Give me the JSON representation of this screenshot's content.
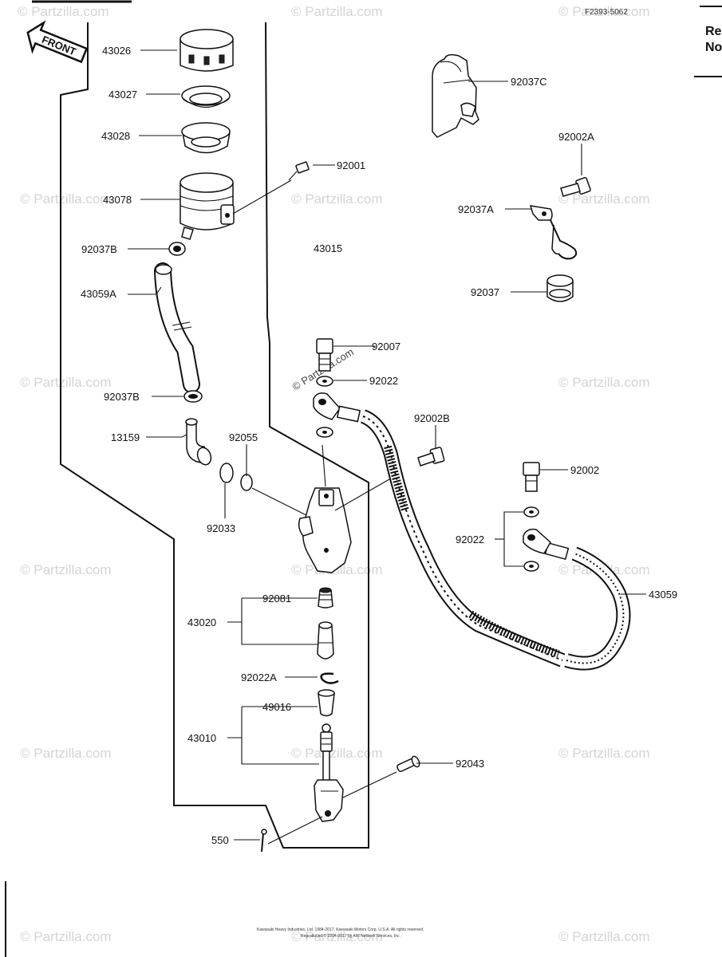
{
  "sheet": {
    "ref_code": "F2393-5062",
    "side_text_1": "Re",
    "side_text_2": "No",
    "front_label": "FRONT",
    "assembly_label": "43015",
    "footer_line_1": "Kawasaki Heavy Industries, Ltd. 1984-2017. Kawasaki Motors Corp. U.S.A. All rights reserved.",
    "footer_line_2": "Reproduced © 2004-2017 by ARI Network Services, Inc.",
    "watermark": "© Partzilla.com"
  },
  "callouts": {
    "c43026": "43026",
    "c43027": "43027",
    "c43028": "43028",
    "c43078": "43078",
    "c92001": "92001",
    "c92037B_top": "92037B",
    "c43059A": "43059A",
    "c92037B_bottom": "92037B",
    "c13159": "13159",
    "c92055": "92055",
    "c92033": "92033",
    "c92081": "92081",
    "c43020": "43020",
    "c92022A": "92022A",
    "c49016": "49016",
    "c43010": "43010",
    "c550": "550",
    "c92037C": "92037C",
    "c92002A": "92002A",
    "c92037A": "92037A",
    "c92037": "92037",
    "c92007": "92007",
    "c92022_top": "92022",
    "c92002B": "92002B",
    "c92002": "92002",
    "c92022_right": "92022",
    "c43059": "43059",
    "c92043": "92043"
  }
}
